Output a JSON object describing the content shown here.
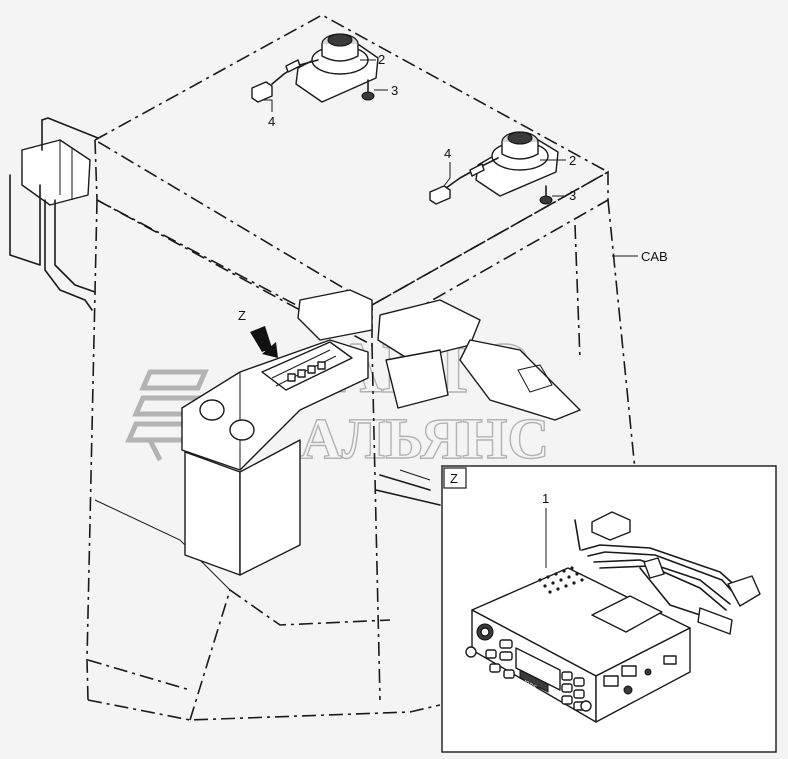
{
  "callouts": {
    "radio": "1",
    "speaker_left": "2",
    "speaker_right": "2",
    "screw_left": "3",
    "screw_right": "3",
    "connector_left": "4",
    "connector_right": "4",
    "cab": "CAB",
    "view_arrow": "Z",
    "detail_view": "Z"
  },
  "watermark": {
    "line1": "АВТО",
    "line2": "АЛЬЯНС"
  },
  "radio_display_text": "JBBS",
  "colors": {
    "background": "#f4f4f4",
    "line": "#1a1a1a",
    "watermark": "#a8a8a8"
  }
}
